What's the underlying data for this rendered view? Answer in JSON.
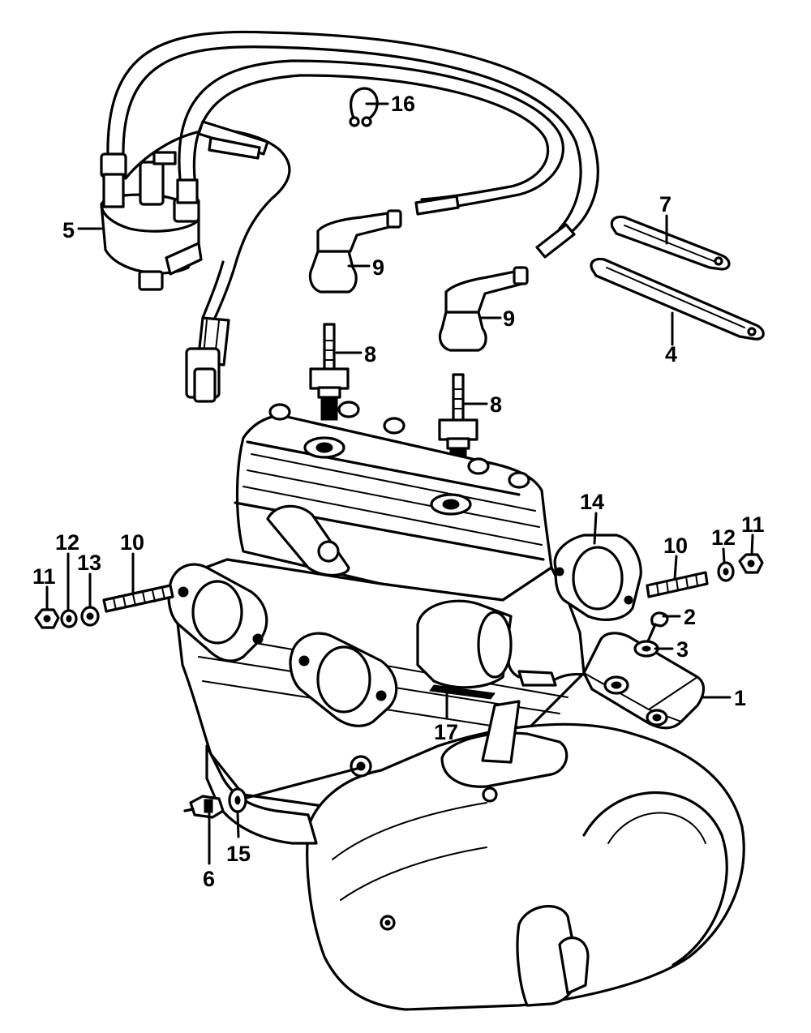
{
  "callouts": {
    "c1": "1",
    "c2": "2",
    "c3": "3",
    "c4": "4",
    "c5": "5",
    "c6": "6",
    "c7": "7",
    "c8a": "8",
    "c8b": "8",
    "c9a": "9",
    "c9b": "9",
    "c10a": "10",
    "c10b": "10",
    "c11a": "11",
    "c11b": "11",
    "c12a": "12",
    "c12b": "12",
    "c13": "13",
    "c14": "14",
    "c15": "15",
    "c16": "16",
    "c17": "17"
  },
  "colors": {
    "line": "#000000",
    "background": "#ffffff"
  }
}
